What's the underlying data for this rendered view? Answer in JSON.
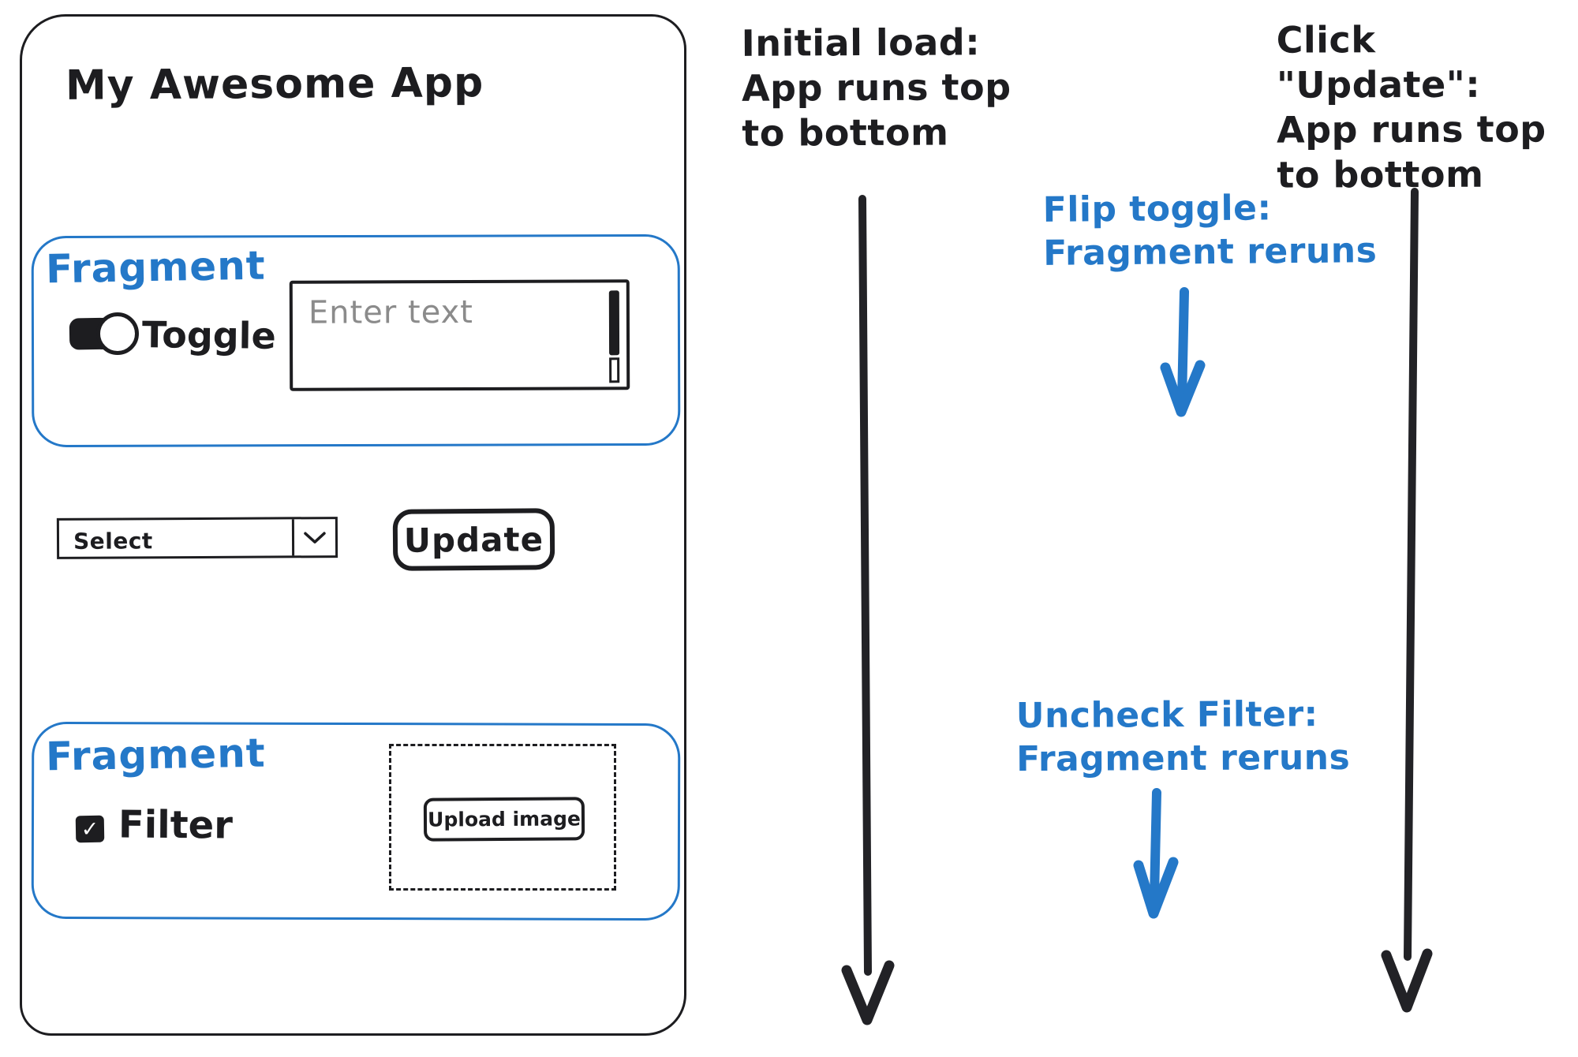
{
  "colors": {
    "ink": "#1d1d20",
    "accent_blue": "#2478c8",
    "placeholder_gray": "#8b8b8b"
  },
  "app": {
    "title": "My Awesome App",
    "fragment_top": {
      "label": "Fragment",
      "toggle_label": "Toggle",
      "toggle_on": true,
      "text_input_placeholder": "Enter text"
    },
    "controls": {
      "select_value": "Select",
      "update_label": "Update"
    },
    "fragment_bottom": {
      "label": "Fragment",
      "checkbox_label": "Filter",
      "checkbox_checked": true,
      "check_glyph": "✓",
      "upload_label": "Upload image"
    }
  },
  "annotations": {
    "initial_load": "Initial load:\nApp runs top\nto bottom",
    "flip_toggle": "Flip toggle:\nFragment reruns",
    "uncheck_filter": "Uncheck Filter:\nFragment reruns",
    "click_update": "Click \"Update\":\nApp runs top\nto bottom"
  }
}
